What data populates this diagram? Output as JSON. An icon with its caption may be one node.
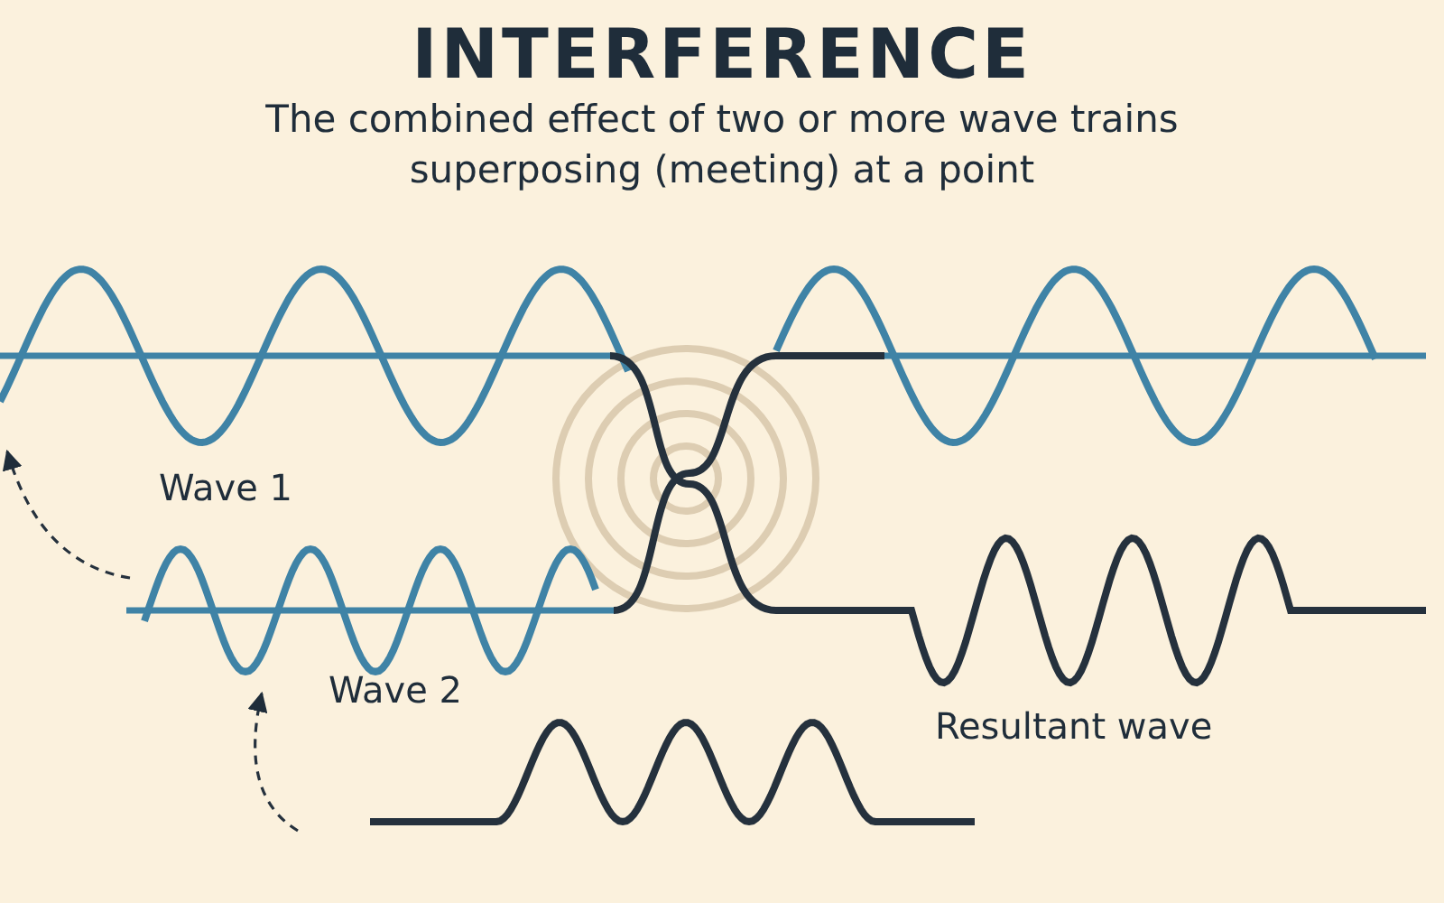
{
  "diagram": {
    "title": "INTERFERENCE",
    "nodes": [
      {
        "text": [],
        "shape": "picture"
      },
      {
        "text": [],
        "shape": "picture"
      }
    ],
    "edges": [
      {
        "from": 1,
        "to": 0,
        "arrow": "to",
        "style": "dashed"
      },
      {
        "from": null,
        "to": 1,
        "arrow": "to",
        "style": "dashed"
      }
    ],
    "labels": [
      "The combined effect of two or more wave trains superposing (meeting) at a point",
      "Wave 1",
      "Wave 2",
      "Resultant wave"
    ]
  }
}
